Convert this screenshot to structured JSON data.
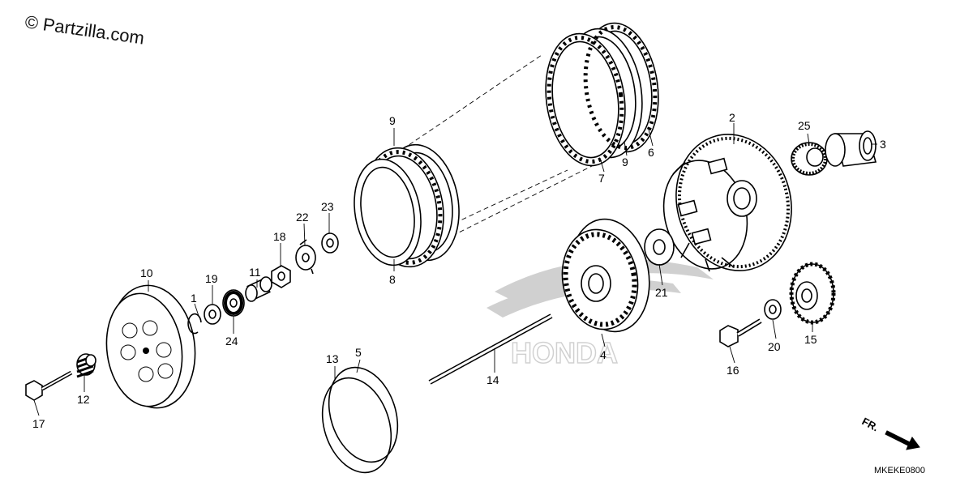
{
  "watermark": "© Partzilla.com",
  "diagram_code": "MKEKE0800",
  "direction_label": "FR.",
  "callouts": {
    "c1": "1",
    "c2": "2",
    "c3": "3",
    "c4": "4",
    "c5": "5",
    "c6": "6",
    "c7": "7",
    "c8": "8",
    "c9a": "9",
    "c9b": "9",
    "c10": "10",
    "c11": "11",
    "c12": "12",
    "c13": "13",
    "c14": "14",
    "c15": "15",
    "c16": "16",
    "c17": "17",
    "c18": "18",
    "c19": "19",
    "c20": "20",
    "c21": "21",
    "c22": "22",
    "c23": "23",
    "c24": "24",
    "c25": "25"
  }
}
